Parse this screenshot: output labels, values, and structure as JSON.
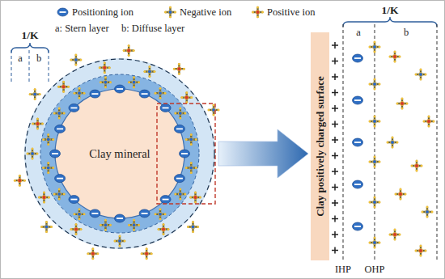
{
  "diagram": {
    "nodes": [
      {
        "text": [
          "Clay mineral"
        ]
      },
      {
        "text": [
          "Clay positively charged surface"
        ]
      }
    ],
    "edges": [
      {
        "from": 0,
        "to": 1,
        "arrow": "to"
      }
    ],
    "labels": [
      "a: Stern layer",
      "b: Diffuse layer",
      "1/K",
      "a",
      "b",
      "1/K",
      "a",
      "b",
      "IHP",
      "OHP"
    ],
    "legend": [
      {
        "text": "Positioning ion"
      },
      {
        "text": "Negative ion"
      },
      {
        "text": "Positive ion"
      }
    ]
  }
}
